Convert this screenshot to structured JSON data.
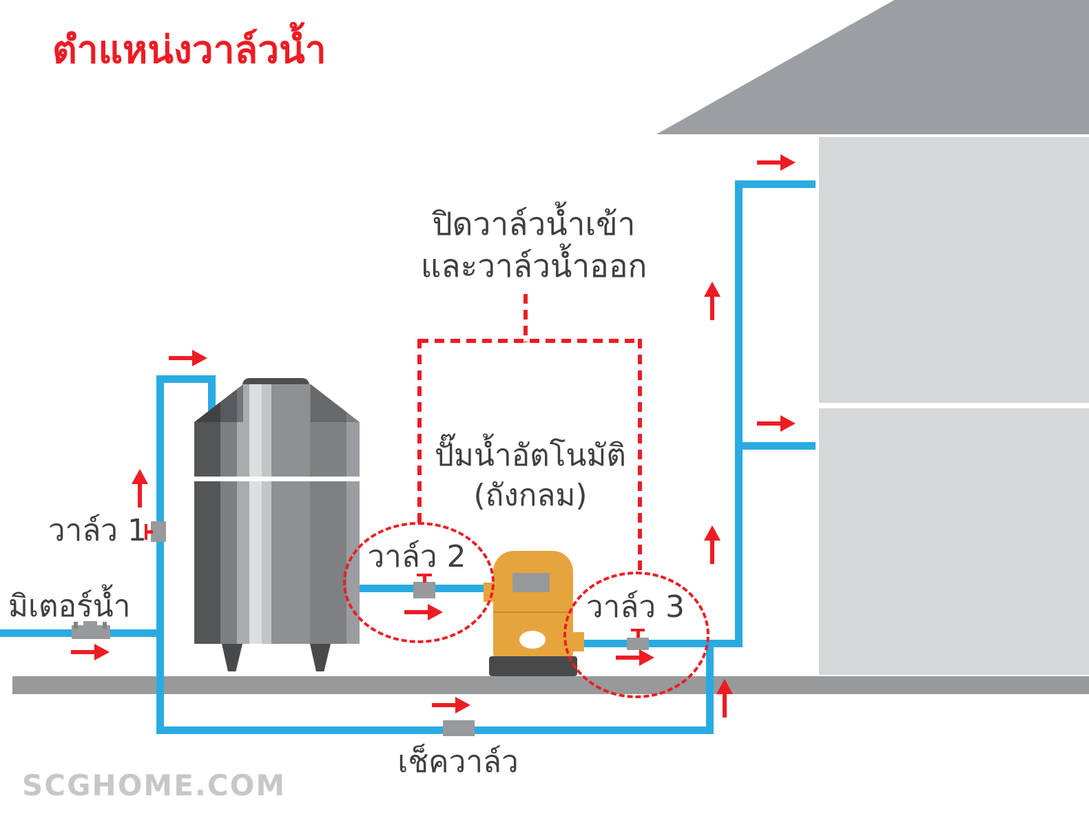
{
  "diagram": {
    "title": "ตำแหน่งวาล์วน้ำ",
    "watermark": "SCGHOME.COM",
    "annotation": {
      "line1": "ปิดวาล์วน้ำเข้า",
      "line2": "และวาล์วน้ำออก"
    },
    "pump_label": {
      "line1": "ปั๊มน้ำอัตโนมัติ",
      "line2": "(ถังกลม)"
    },
    "labels": {
      "valve1": "วาล์ว 1",
      "valve2": "วาล์ว 2",
      "valve3": "วาล์ว 3",
      "check_valve": "เช็ควาล์ว",
      "water_meter": "มิเตอร์น้ำ"
    }
  },
  "colors": {
    "accent_red": "#ED1C24",
    "pipe_blue": "#29ABE2",
    "pump_amber": "#E6A43C",
    "roof_gray": "#9B9FA2",
    "wall_gray": "#D6D7D9",
    "ground_gray": "#98999B",
    "fitting_gray": "#97999B",
    "tank_dark_gray": "#545557",
    "text_dark": "#3E3F41",
    "watermark_gray": "#C5C7C9"
  }
}
